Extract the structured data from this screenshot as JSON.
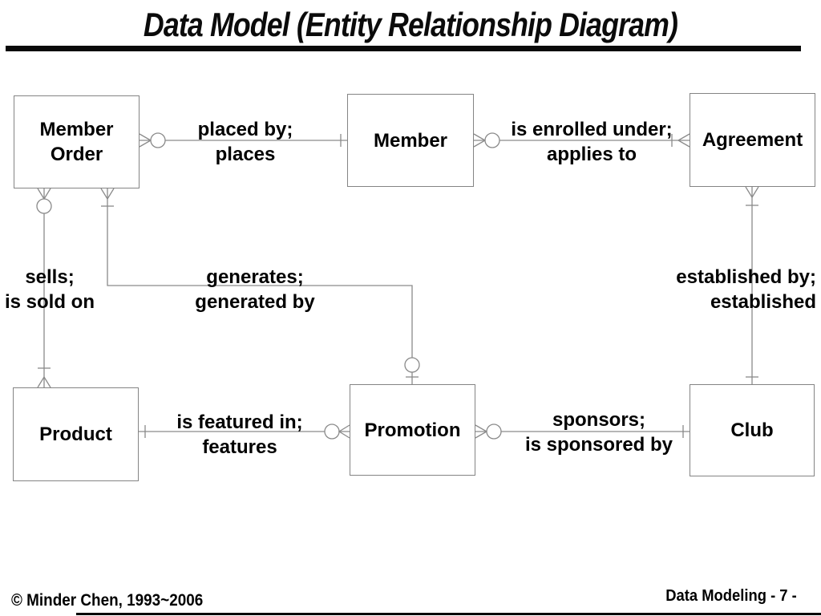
{
  "slide": {
    "title": "Data Model (Entity Relationship Diagram)",
    "footer_copyright": "© Minder Chen, 1993~2006",
    "footer_page": "Data Modeling - 7 -"
  },
  "entities": [
    {
      "id": "member-order",
      "name": "Member Order"
    },
    {
      "id": "member",
      "name": "Member"
    },
    {
      "id": "agreement",
      "name": "Agreement"
    },
    {
      "id": "product",
      "name": "Product"
    },
    {
      "id": "promotion",
      "name": "Promotion"
    },
    {
      "id": "club",
      "name": "Club"
    }
  ],
  "relationships": [
    {
      "from": "Member Order",
      "to": "Member",
      "label_line1": "placed by;",
      "label_line2": "places",
      "from_cardinality": "zero-or-many",
      "to_cardinality": "one"
    },
    {
      "from": "Member",
      "to": "Agreement",
      "label_line1": "is enrolled under;",
      "label_line2": "applies to",
      "from_cardinality": "zero-or-many",
      "to_cardinality": "one-or-many"
    },
    {
      "from": "Member Order",
      "to": "Product",
      "label_line1": "sells;",
      "label_line2": "is sold on",
      "from_cardinality": "zero-or-many",
      "to_cardinality": "one-or-many"
    },
    {
      "from": "Member Order",
      "to": "Promotion",
      "label_line1": "generates;",
      "label_line2": "generated by",
      "from_cardinality": "one-or-many",
      "to_cardinality": "zero-or-one"
    },
    {
      "from": "Agreement",
      "to": "Club",
      "label_line1": "established by;",
      "label_line2": "established",
      "from_cardinality": "one-or-many",
      "to_cardinality": "one"
    },
    {
      "from": "Product",
      "to": "Promotion",
      "label_line1": "is featured in;",
      "label_line2": "features",
      "from_cardinality": "one",
      "to_cardinality": "zero-or-many"
    },
    {
      "from": "Promotion",
      "to": "Club",
      "label_line1": "sponsors;",
      "label_line2": "is sponsored by",
      "from_cardinality": "zero-or-many",
      "to_cardinality": "one"
    }
  ],
  "colors": {
    "background": "#ffffff",
    "connector_gray": "#8a8a8a",
    "box_border_gray": "#848484",
    "text_black": "#000000",
    "rule_black": "#0a0a0a"
  }
}
